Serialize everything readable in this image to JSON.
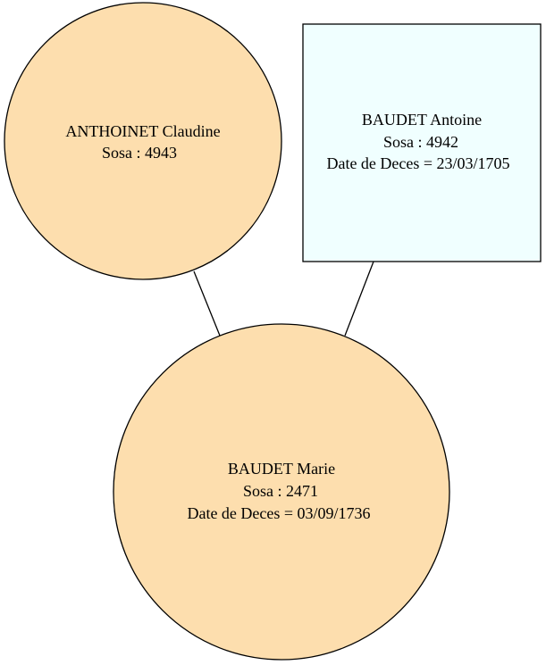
{
  "colors": {
    "female_fill": "#FDDEAE",
    "male_fill": "#F0FFFF",
    "stroke": "#000000",
    "edge": "#000000"
  },
  "nodes": {
    "mother": {
      "name": "ANTHOINET Claudine",
      "sosa": "Sosa : 4943",
      "shape": "circle"
    },
    "father": {
      "name": "BAUDET Antoine",
      "sosa": "Sosa : 4942",
      "death": "Date de Deces = 23/03/1705",
      "shape": "box"
    },
    "child": {
      "name": "BAUDET Marie",
      "sosa": "Sosa : 2471",
      "death": "Date de Deces = 03/09/1736",
      "shape": "circle"
    }
  }
}
